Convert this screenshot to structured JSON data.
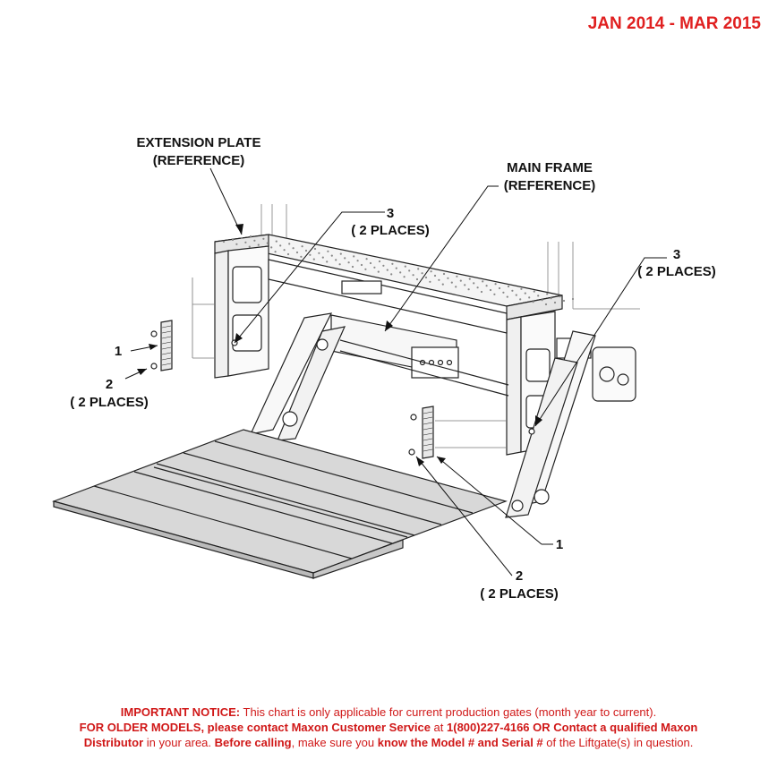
{
  "header": {
    "date_range": "JAN 2014 - MAR 2015"
  },
  "callouts": {
    "extension_plate": "EXTENSION PLATE",
    "extension_plate_ref": "(REFERENCE)",
    "main_frame": "MAIN FRAME",
    "main_frame_ref": "(REFERENCE)",
    "item3_left": "3",
    "item3_left_places": "( 2 PLACES)",
    "item3_right": "3",
    "item3_right_places": "( 2 PLACES)",
    "item1_left": "1",
    "item2_left": "2",
    "item2_left_places": "( 2 PLACES)",
    "item1_right": "1",
    "item2_right": "2",
    "item2_right_places": "( 2 PLACES)"
  },
  "notice": {
    "l1_bold": "IMPORTANT NOTICE:",
    "l1_text": " This chart is only applicable for current production gates (month year to current).",
    "l2_bold": "FOR OLDER MODELS, please contact Maxon Customer Service",
    "l2_text1": " at ",
    "l2_phone": "1(800)227-4166 OR Contact a qualified Maxon",
    "l3_bold1": "Distributor",
    "l3_text1": " in your area. ",
    "l3_bold2": "Before calling",
    "l3_text2": ", make sure you ",
    "l3_bold3": "know the Model # and Serial #",
    "l3_text3": " of the Liftgate(s) in question."
  }
}
